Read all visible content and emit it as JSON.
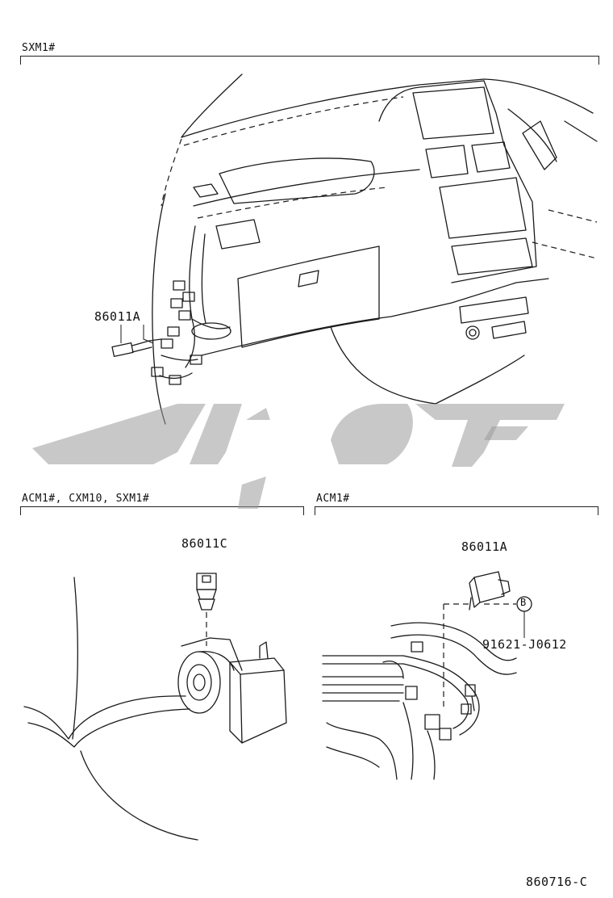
{
  "sections": {
    "top": {
      "label": "SXM1#"
    },
    "bottom_left": {
      "label": "ACM1#, CXM10, SXM1#"
    },
    "bottom_right": {
      "label": "ACM1#"
    }
  },
  "callouts": {
    "top_part": "86011A",
    "left_part": "86011C",
    "right_part": "86011A",
    "right_ref_letter": "B",
    "right_ref_part": "91621-J0612"
  },
  "footer": {
    "figure_code": "860716-C"
  },
  "watermark": {
    "color": "#9a9a9a"
  }
}
